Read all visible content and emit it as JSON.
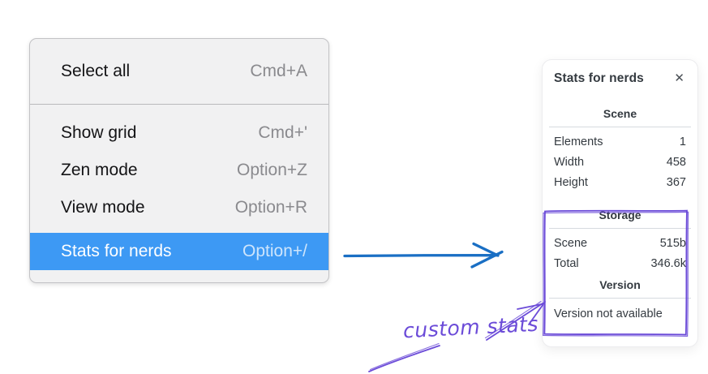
{
  "colors": {
    "menu_highlight": "#3d99f4",
    "arrow_blue": "#1a6fc4",
    "annotation_purple": "#6b4bd8",
    "menu_background": "#f1f1f2",
    "panel_text": "#343a40"
  },
  "context_menu": {
    "sections": [
      {
        "items": [
          {
            "label": "Select all",
            "shortcut": "Cmd+A"
          }
        ]
      },
      {
        "items": [
          {
            "label": "Show grid",
            "shortcut": "Cmd+'"
          },
          {
            "label": "Zen mode",
            "shortcut": "Option+Z"
          },
          {
            "label": "View mode",
            "shortcut": "Option+R"
          },
          {
            "label": "Stats for nerds",
            "shortcut": "Option+/",
            "selected": true
          }
        ]
      }
    ]
  },
  "stats_panel": {
    "title": "Stats for nerds",
    "close_icon": "✕",
    "sections": [
      {
        "heading": "Scene",
        "rows": [
          {
            "label": "Elements",
            "value": "1"
          },
          {
            "label": "Width",
            "value": "458"
          },
          {
            "label": "Height",
            "value": "367"
          }
        ]
      },
      {
        "heading": "Storage",
        "rows": [
          {
            "label": "Scene",
            "value": "515b"
          },
          {
            "label": "Total",
            "value": "346.6k"
          }
        ]
      },
      {
        "heading": "Version",
        "note": "Version not available"
      }
    ]
  },
  "annotation": {
    "label": "custom stats"
  }
}
